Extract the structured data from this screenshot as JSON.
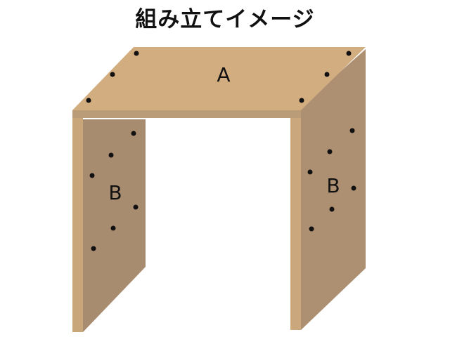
{
  "title": "組み立てイメージ",
  "panels": {
    "top": {
      "label": "A",
      "color_top": "#d2ad80",
      "color_front_edge": "#ba9c78"
    },
    "left": {
      "label": "B",
      "color_face": "#a88c70",
      "color_edge": "#c9a57a"
    },
    "right": {
      "label": "B",
      "color_face": "#ad9072",
      "color_edge": "#caa77c"
    }
  },
  "screw_color": "#111111"
}
